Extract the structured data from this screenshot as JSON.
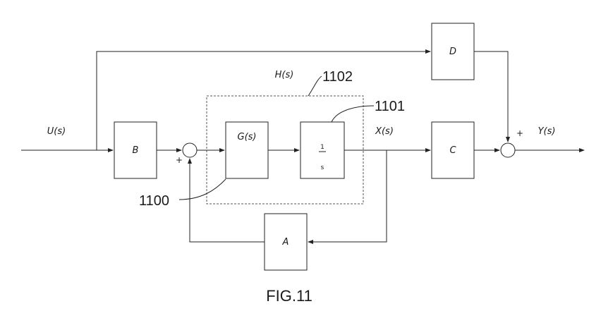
{
  "diagram": {
    "blocks": {
      "b": "B",
      "g": "G(s)",
      "integrator_num": "1",
      "integrator_den": "s",
      "c": "C",
      "d": "D",
      "a": "A"
    },
    "signals": {
      "input": "U(s)",
      "state": "X(s)",
      "output": "Y(s)"
    },
    "group_label": "H(s)",
    "signs": {
      "sum1_plus": "+",
      "sum2_plus": "+"
    },
    "reference_numerals": {
      "g_block": "1100",
      "integrator": "1101",
      "h_group": "1102"
    },
    "caption": "FIG.11"
  }
}
